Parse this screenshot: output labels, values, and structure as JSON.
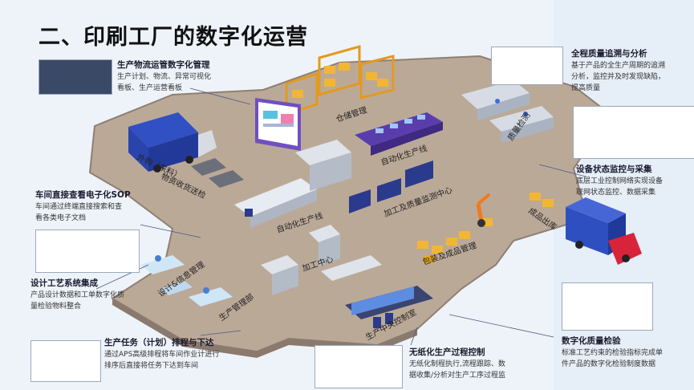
{
  "page_title": "二、印刷工厂的数字化运营",
  "annotations": {
    "logistics": {
      "title": "生产物流运管数字化管理",
      "lines": [
        "生产计划、物流、异常可视化",
        "看板、生产运营看板"
      ]
    },
    "quality_trace": {
      "title": "全程质量追溯与分析",
      "lines": [
        "基于产品的全生产周期的追溯",
        "分析，监控并及时发现缺陷，",
        "提高质量"
      ]
    },
    "sop": {
      "title": "车间直接查看电子化SOP",
      "lines": [
        "车间通过终端直接搜索和查",
        "看各类电子文档"
      ]
    },
    "device": {
      "title": "设备状态监控与采集",
      "lines": [
        "底层工业控制网络实现设备",
        "联网状态监控、数据采集"
      ]
    },
    "design": {
      "title": "设计工艺系统集成",
      "lines": [
        "产品设计数据和工单数字化质",
        "量检验物料整合"
      ]
    },
    "task": {
      "title": "生产任务（计划）排程与下达",
      "lines": [
        "通过APS高级排程将车间作业计进行",
        "排序后直接将任务下达到车间"
      ]
    },
    "paperless": {
      "title": "无纸化生产过程控制",
      "lines": [
        "无纸化制程执行,流程跟踪、数",
        "据收集/分析对生产工序过程监"
      ]
    },
    "digital_qc": {
      "title": "数字化质量检验",
      "lines": [
        "标准工艺约束的检验指标完成单",
        "件产品的数字化检验制度数据"
      ]
    }
  },
  "zones": {
    "warehouse": "仓储管理",
    "auto_line_1": "自动化生产线",
    "quality_check": "质量检测",
    "purchase": "外购（来料）",
    "receive_check": "物资收货送检",
    "auto_line_2": "自动化生产线",
    "monitor_center": "加工及质量监测中心",
    "finished_goods": "成品出库",
    "machining": "加工中心",
    "packaging": "包装及成品管理",
    "design_mgmt": "设计&信息管理",
    "prod_mgmt": "生产管理部",
    "control_room": "生产中央控制室"
  },
  "colors": {
    "floor": "#b9a99c",
    "floor_edge": "#8f7f73",
    "truck_blue": "#2d4fbf",
    "truck_red": "#d9233a",
    "shelf_yellow": "#f2b632",
    "machine_grey": "#d7dce4",
    "screen_blue": "#2a3a8c",
    "accent_purple": "#6f4fc1"
  }
}
